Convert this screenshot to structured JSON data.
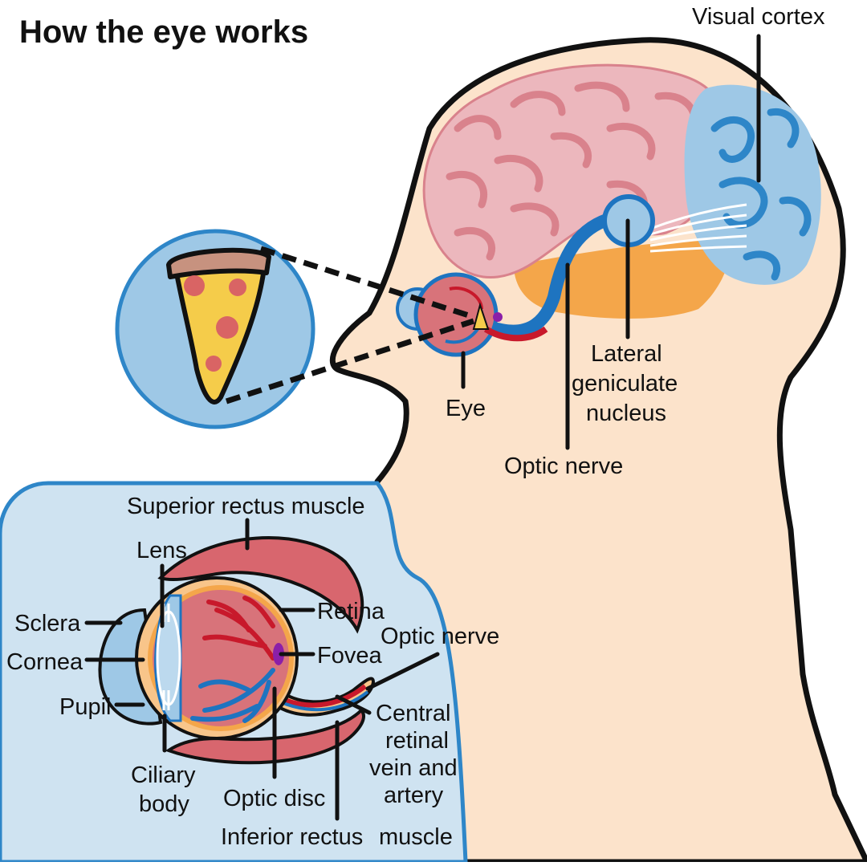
{
  "title": "How the eye works",
  "head_labels": {
    "visual_cortex": "Visual cortex",
    "lateral_line1": "Lateral",
    "lateral_line2": "geniculate",
    "lateral_line3": "nucleus",
    "eye": "Eye",
    "optic_nerve": "Optic nerve"
  },
  "eye_labels": {
    "superior_rectus": "Superior rectus muscle",
    "lens": "Lens",
    "sclera": "Sclera",
    "cornea": "Cornea",
    "pupil": "Pupil",
    "ciliary_line1": "Ciliary",
    "ciliary_line2": "body",
    "retina": "Retina",
    "fovea": "Fovea",
    "optic_nerve": "Optic nerve",
    "central_line1": "Central",
    "central_line2": "retinal",
    "central_line3": "vein and",
    "central_line4": "artery",
    "optic_disc": "Optic disc",
    "inferior_rectus": "Inferior rectus",
    "muscle": "muscle"
  },
  "colors": {
    "skin": "#fce3cb",
    "brain_pink": "#ecb7bd",
    "brain_line": "#d9828c",
    "cortex_blue": "#9ec8e6",
    "cortex_line": "#2e86c8",
    "nerve_blue": "#1e74c0",
    "orange": "#f4a64a",
    "panel_blue": "#cfe3f1",
    "eye_red": "#d8737a",
    "muscle_red": "#d8666e",
    "vessel_red": "#c8192b",
    "vessel_blue": "#1e74c0",
    "fovea_purple": "#8b1fa8",
    "pizza_crust": "#c7927f",
    "pizza_cheese": "#f5cc4a",
    "pepperoni": "#d96464"
  }
}
